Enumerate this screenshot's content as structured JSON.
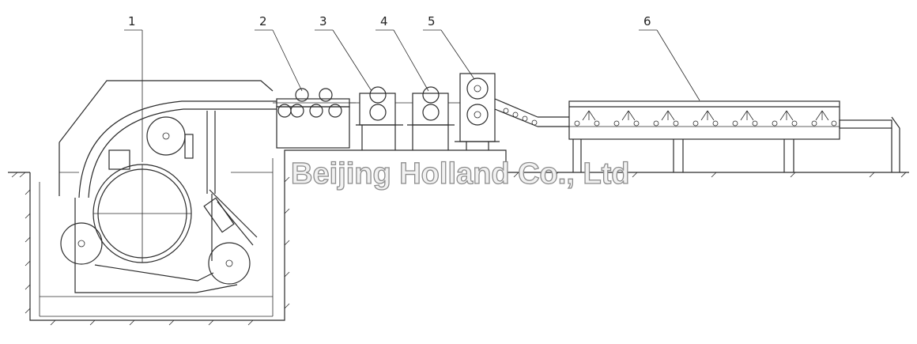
{
  "diagram": {
    "callouts": [
      {
        "id": "1",
        "label": "1"
      },
      {
        "id": "2",
        "label": "2"
      },
      {
        "id": "3",
        "label": "3"
      },
      {
        "id": "4",
        "label": "4"
      },
      {
        "id": "5",
        "label": "5"
      },
      {
        "id": "6",
        "label": "6"
      }
    ],
    "watermark": "Beijing Holland Co., Ltd"
  },
  "colors": {
    "line": "#2b2b2b",
    "watermark_fill": "#f2f2f2",
    "watermark_stroke": "#8c8c8c"
  }
}
